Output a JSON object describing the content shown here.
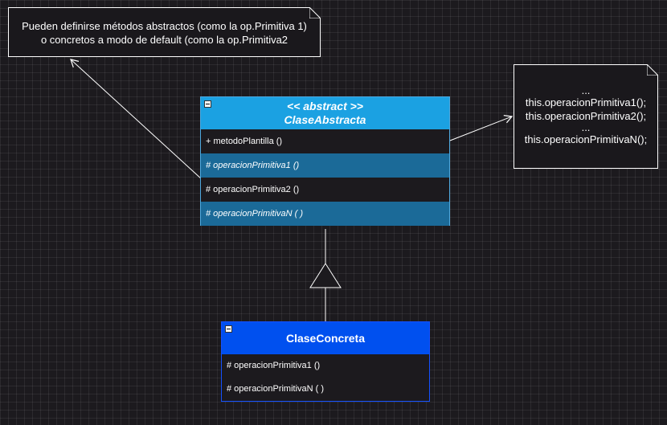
{
  "notes": {
    "left": {
      "lines": [
        "Pueden definirse métodos abstractos (como la op.Primitiva 1)",
        "o concretos a modo de default (como la op.Primitiva2"
      ]
    },
    "right": {
      "lines": [
        "...",
        "this.operacionPrimitiva1();",
        "this.operacionPrimitiva2();",
        "...",
        "this.operacionPrimitivaN();"
      ]
    }
  },
  "abstract_class": {
    "stereotype": "<< abstract >>",
    "name": "ClaseAbstracta",
    "members": [
      {
        "text": "+ metodoPlantilla ()",
        "abstract": false
      },
      {
        "text": "# operacionPrimitiva1 ()",
        "abstract": true
      },
      {
        "text": "# operacionPrimitiva2 ()",
        "abstract": false
      },
      {
        "text": "# operacionPrimitivaN ( )",
        "abstract": true
      }
    ],
    "header_color": "#1ba1e2",
    "abstract_member_color": "#1b6a98"
  },
  "concrete_class": {
    "name": "ClaseConcreta",
    "members": [
      {
        "text": "# operacionPrimitiva1 ()"
      },
      {
        "text": "# operacionPrimitivaN ( )"
      }
    ],
    "header_color": "#0050ef"
  },
  "relations": [
    {
      "type": "generalization",
      "from": "ClaseConcreta",
      "to": "ClaseAbstracta"
    },
    {
      "type": "note-link",
      "from": "ClaseAbstracta",
      "to": "note-left"
    },
    {
      "type": "note-link",
      "from": "ClaseAbstracta",
      "to": "note-right"
    }
  ]
}
